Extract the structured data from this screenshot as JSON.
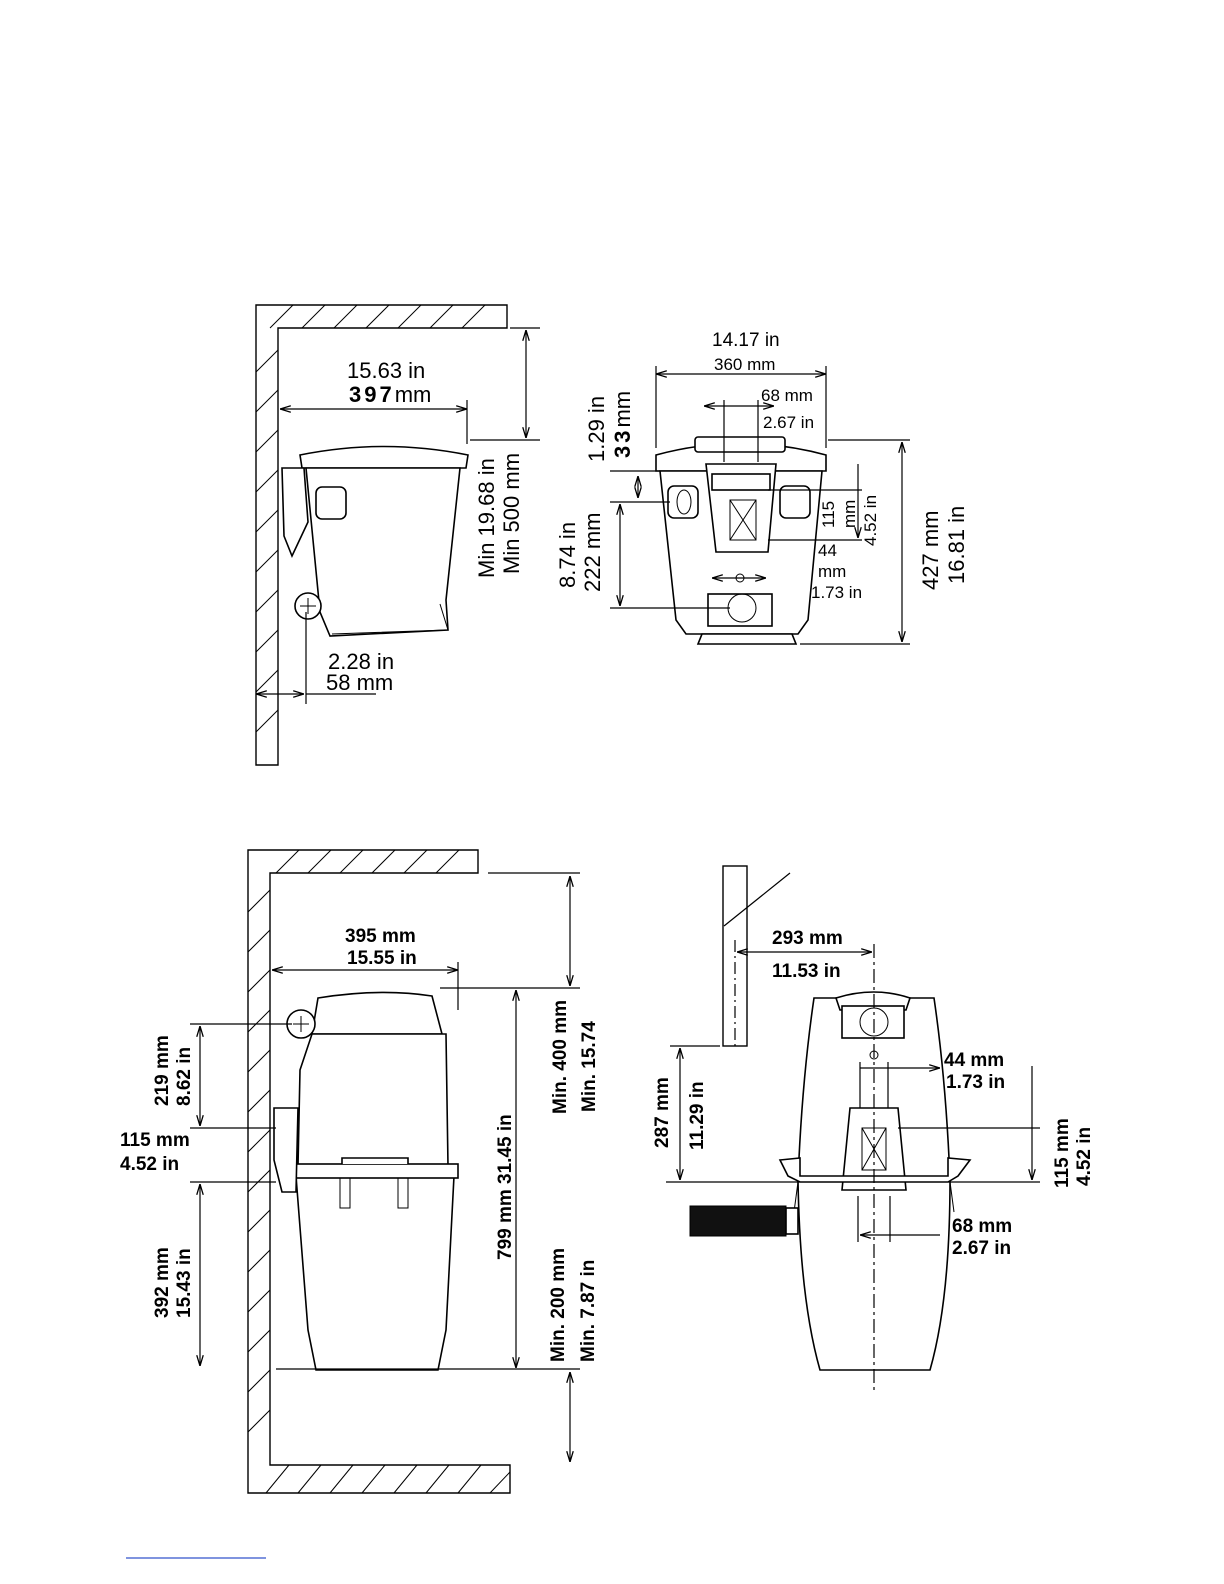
{
  "top_left": {
    "width_in": "15.63 in",
    "width_mm_num": "397",
    "width_mm_unit": "mm",
    "min_clear_in": "Min 19.68 in",
    "min_clear_mm": "Min 500 mm",
    "offset_in": "2.28 in",
    "offset_mm": "58 mm"
  },
  "top_right": {
    "width_in": "14.17 in",
    "width_mm": "360 mm",
    "inlet_mm": "68 mm",
    "inlet_in": "2.67 in",
    "top_in": "1.29 in",
    "top_mm_num": "33",
    "top_mm_unit": "mm",
    "mid_in": "8.74 in",
    "mid_mm": "222 mm",
    "bracket_mm_a": "115",
    "bracket_mm_b": "mm",
    "bracket_in": "4.52 in",
    "outlet_mm_a": "44",
    "outlet_mm_b": "mm",
    "outlet_in": "1.73 in",
    "height_mm": "427 mm",
    "height_in": "16.81 in"
  },
  "bottom_left": {
    "width_mm": "395 mm",
    "width_in": "15.55 in",
    "min_top_mm": "Min. 400 mm",
    "min_top_in": "Min. 15.74",
    "height_label": "799 mm 31.45 in",
    "min_bottom_mm": "Min. 200 mm",
    "min_bottom_in": "Min. 7.87 in",
    "inlet_mm": "219 mm",
    "inlet_in": "8.62 in",
    "bracket_mm": "115 mm",
    "bracket_in": "4.52 in",
    "lower_mm": "392 mm",
    "lower_in": "15.43 in"
  },
  "bottom_right": {
    "wall_mm": "293 mm",
    "wall_in": "11.53 in",
    "drop_mm": "287 mm",
    "drop_in": "11.29 in",
    "outlet_mm": "44 mm",
    "outlet_in": "1.73 in",
    "bracket_mm": "115 mm",
    "bracket_in": "4.52 in",
    "inlet_mm": "68 mm",
    "inlet_in": "2.67 in"
  }
}
